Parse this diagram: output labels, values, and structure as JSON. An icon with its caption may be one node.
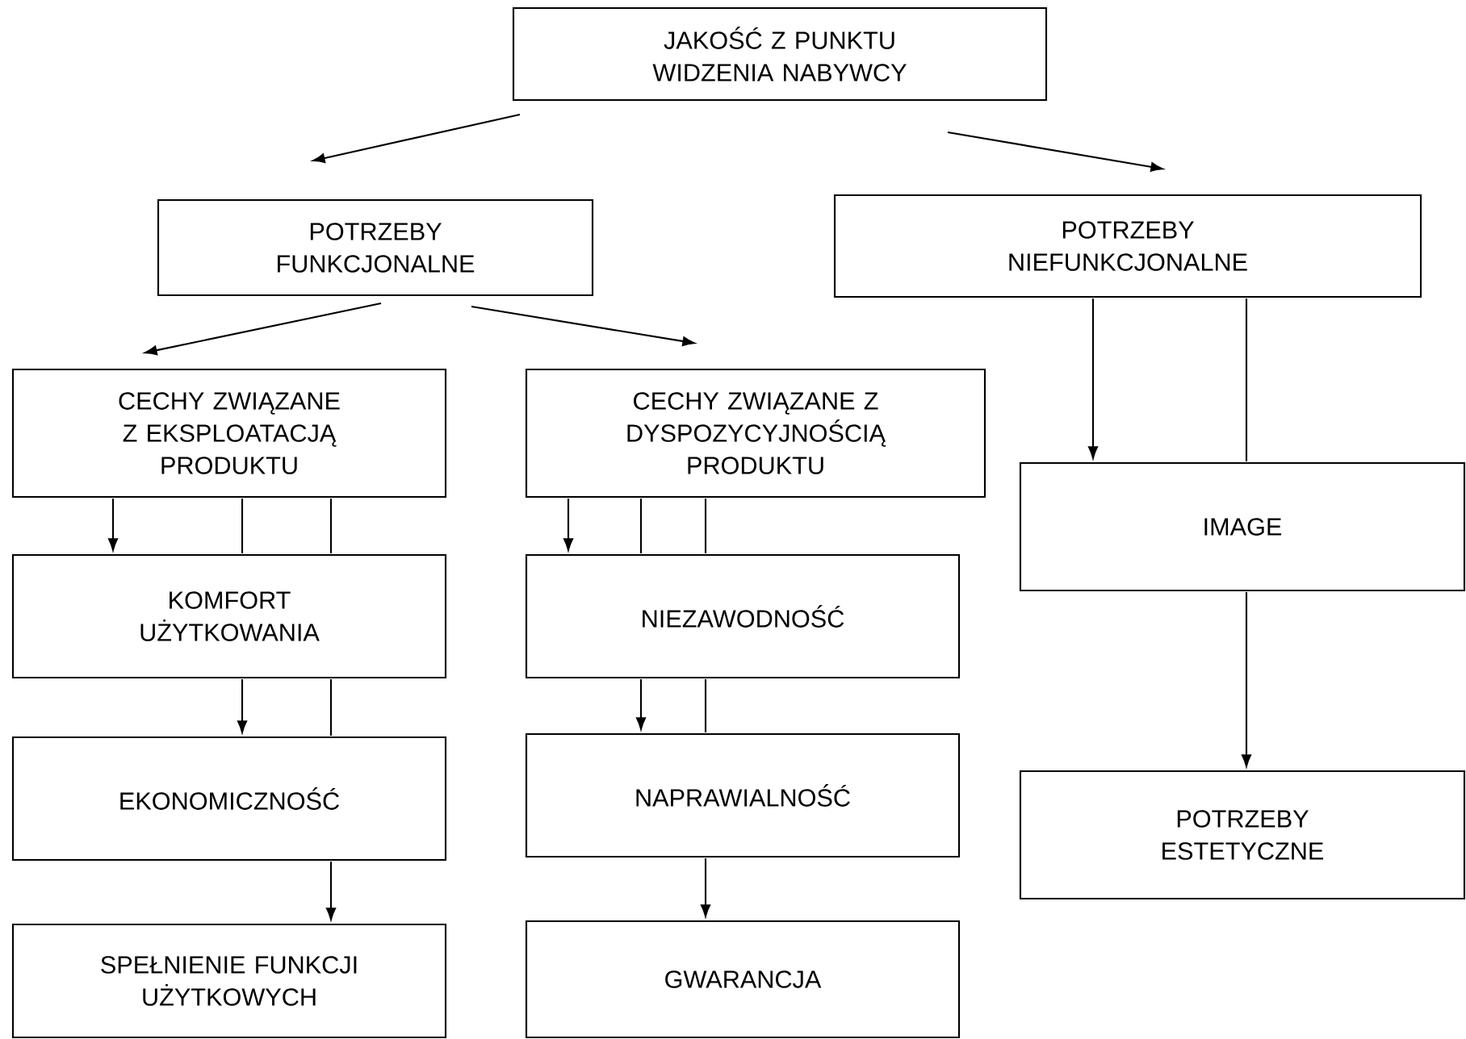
{
  "diagram": {
    "nodes": [
      {
        "text": [
          "JAKOŚĆ Z PUNKTU WIDZENIA NABYWCY"
        ]
      },
      {
        "text": [
          "POTRZEBY FUNKCJONALNE"
        ]
      },
      {
        "text": [
          "POTRZEBY NIEFUNKCJONALNE"
        ]
      },
      {
        "text": [
          "CECHY ZWIĄZANE Z EKSPLOATACJĄ PRODUKTU"
        ]
      },
      {
        "text": [
          "CECHY ZWIĄZANE Z DYSPOZYCYJNOŚCIĄ PRODUKTU"
        ]
      },
      {
        "text": [
          "IMAGE"
        ]
      },
      {
        "text": [
          "KOMFORT UŻYTKOWANIA"
        ]
      },
      {
        "text": [
          "NIEZAWODNOŚĆ"
        ]
      },
      {
        "text": [
          "EKONOMICZNOŚĆ"
        ]
      },
      {
        "text": [
          "NAPRAWIALNOŚĆ"
        ]
      },
      {
        "text": [
          "POTRZEBY ESTETYCZNE"
        ]
      },
      {
        "text": [
          "SPEŁNIENIE FUNKCJI UŻYTKOWYCH"
        ]
      },
      {
        "text": [
          "GWARANCJA"
        ]
      }
    ],
    "edges": [
      {
        "from": 0,
        "to": 1,
        "arrow": "to"
      },
      {
        "from": 0,
        "to": 2,
        "arrow": "to"
      },
      {
        "from": 1,
        "to": 3,
        "arrow": "to"
      },
      {
        "from": 1,
        "to": 4,
        "arrow": "to"
      },
      {
        "from": 3,
        "to": 6,
        "arrow": "to"
      },
      {
        "from": 3,
        "to": 6,
        "arrow": "none"
      },
      {
        "from": 3,
        "to": 6,
        "arrow": "none"
      },
      {
        "from": 6,
        "to": 8,
        "arrow": "to"
      },
      {
        "from": 6,
        "to": 8,
        "arrow": "none"
      },
      {
        "from": 8,
        "to": 11,
        "arrow": "to"
      },
      {
        "from": 4,
        "to": 7,
        "arrow": "to"
      },
      {
        "from": 4,
        "to": 7,
        "arrow": "none"
      },
      {
        "from": 4,
        "to": 7,
        "arrow": "none"
      },
      {
        "from": 7,
        "to": 9,
        "arrow": "to"
      },
      {
        "from": 7,
        "to": 9,
        "arrow": "none"
      },
      {
        "from": 9,
        "to": 12,
        "arrow": "to"
      },
      {
        "from": 2,
        "to": 5,
        "arrow": "to"
      },
      {
        "from": 2,
        "to": 5,
        "arrow": "none"
      },
      {
        "from": 5,
        "to": 10,
        "arrow": "to"
      }
    ]
  }
}
